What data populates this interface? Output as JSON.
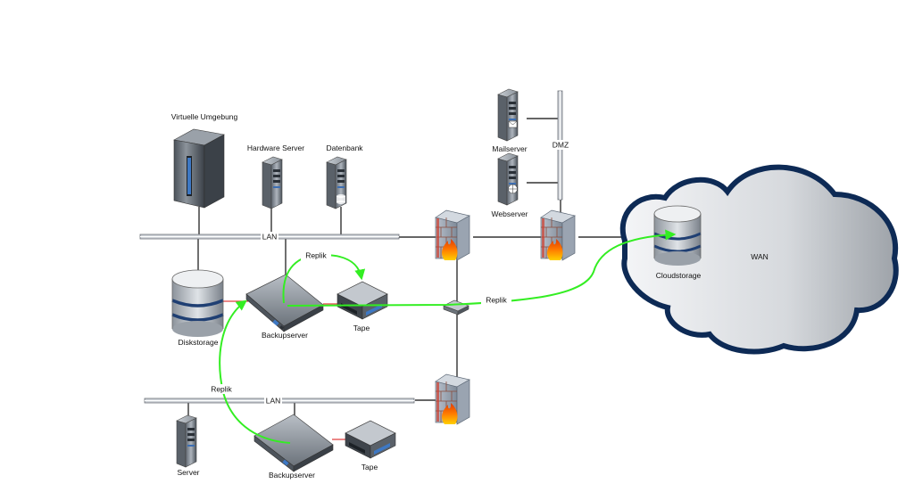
{
  "labels": {
    "virtual_env": "Virtuelle Umgebung",
    "hardware_server": "Hardware Server",
    "database": "Datenbank",
    "mailserver": "Mailserver",
    "dmz": "DMZ",
    "webserver": "Webserver",
    "lan_top": "LAN",
    "lan_bottom": "LAN",
    "diskstorage": "Diskstorage",
    "backupserver_top": "Backupserver",
    "tape_top": "Tape",
    "replik_top": "Replik",
    "replik_cloud": "Replik",
    "replik_left": "Replik",
    "cloudstorage": "Cloudstorage",
    "wan": "WAN",
    "server": "Server",
    "backupserver_bottom": "Backupserver",
    "tape_bottom": "Tape"
  },
  "colors": {
    "replication_arrow": "#33ee22",
    "cloud_outline": "#0d2a55",
    "firewall_flame": "#ff6a00",
    "link_line": "#333333",
    "short_red_link": "#e04040"
  },
  "icons": {
    "virtual_env": "rack-server-icon",
    "hardware_server": "tower-server-icon",
    "database": "database-server-icon",
    "mailserver": "mail-server-icon",
    "webserver": "web-server-icon",
    "firewall": "firewall-icon",
    "diskstorage": "disk-storage-icon",
    "backupserver": "backup-appliance-icon",
    "tape": "tape-drive-icon",
    "switch": "network-switch-icon",
    "cloudstorage": "cloud-storage-icon",
    "wan": "cloud-icon"
  }
}
